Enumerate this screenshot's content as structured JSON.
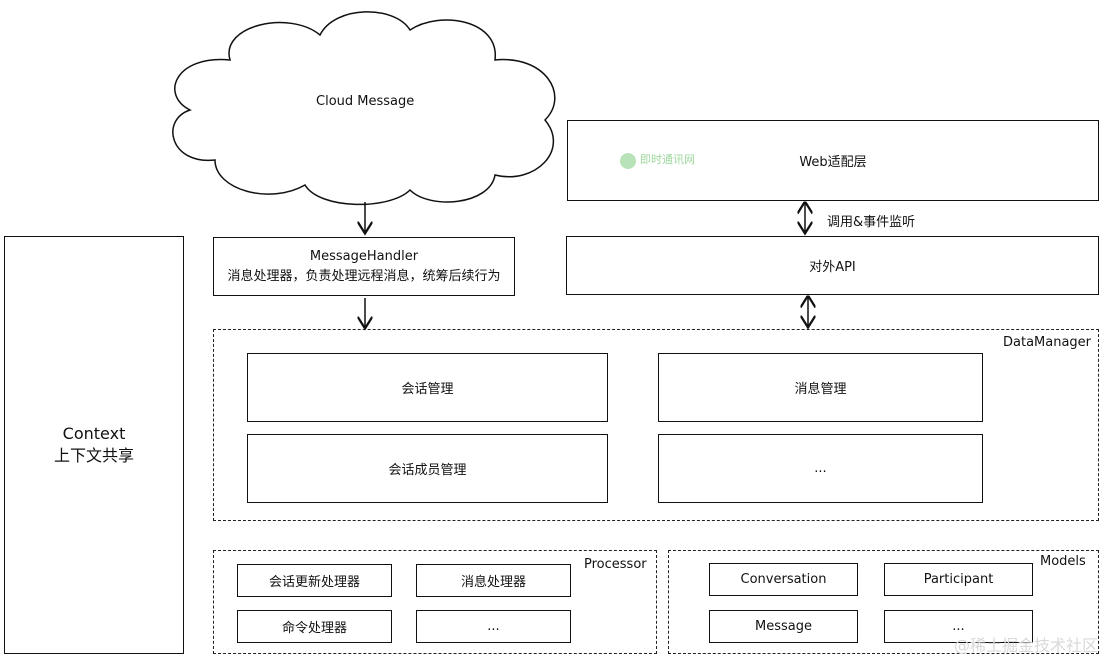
{
  "cloud": {
    "label": "Cloud Message"
  },
  "context": {
    "line1": "Context",
    "line2": "上下文共享"
  },
  "message_handler": {
    "title": "MessageHandler",
    "desc": "消息处理器，负责处理远程消息，统筹后续行为"
  },
  "web_adapter": {
    "label": "Web适配层",
    "watermark": "即时通讯网"
  },
  "arrow_label": "调用&事件监听",
  "external_api": {
    "label": "对外API"
  },
  "data_manager": {
    "label": "DataManager",
    "items": [
      "会话管理",
      "消息管理",
      "会话成员管理",
      "..."
    ]
  },
  "processor": {
    "label": "Processor",
    "items": [
      "会话更新处理器",
      "消息处理器",
      "命令处理器",
      "..."
    ]
  },
  "models": {
    "label": "Models",
    "items": [
      "Conversation",
      "Participant",
      "Message",
      "..."
    ]
  },
  "footer_watermark": "@稀土掘金技术社区"
}
